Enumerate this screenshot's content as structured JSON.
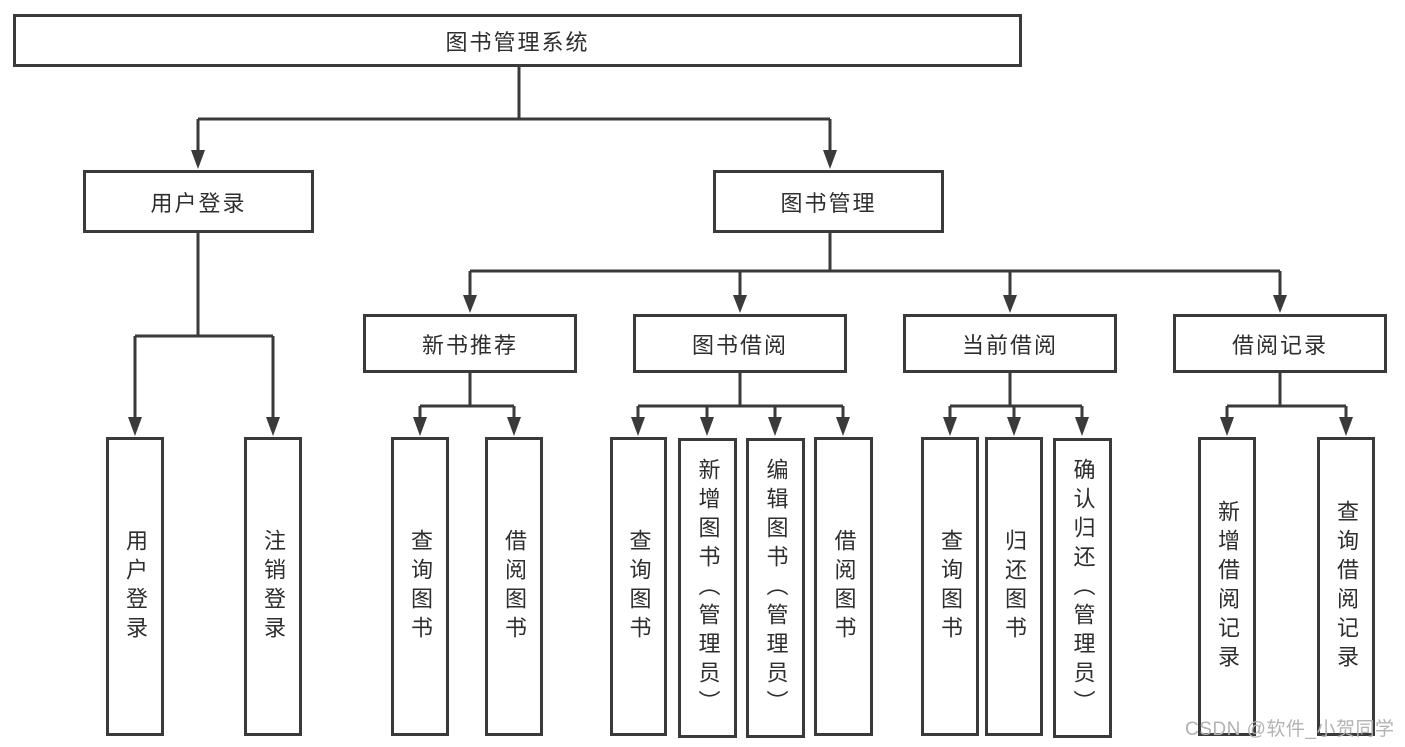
{
  "root": {
    "label": "图书管理系统"
  },
  "level1": {
    "user_login": {
      "label": "用户登录",
      "children": [
        "用户登录",
        "注销登录"
      ]
    },
    "book_mgmt": {
      "label": "图书管理"
    }
  },
  "level2": {
    "new_books": {
      "label": "新书推荐",
      "children": [
        "查询图书",
        "借阅图书"
      ]
    },
    "book_borrow": {
      "label": "图书借阅",
      "children": [
        "查询图书",
        "新增图书（管理员）",
        "编辑图书（管理员）",
        "借阅图书"
      ]
    },
    "current_borrow": {
      "label": "当前借阅",
      "children": [
        "查询图书",
        "归还图书",
        "确认归还（管理员）"
      ]
    },
    "borrow_records": {
      "label": "借阅记录",
      "children": [
        "新增借阅记录",
        "查询借阅记录"
      ]
    }
  },
  "watermark": "CSDN @软件_小贺同学",
  "colors": {
    "line": "#3a3a3a",
    "text": "#2e2e2e",
    "watermark": "#b3b3b3",
    "background": "#ffffff"
  }
}
